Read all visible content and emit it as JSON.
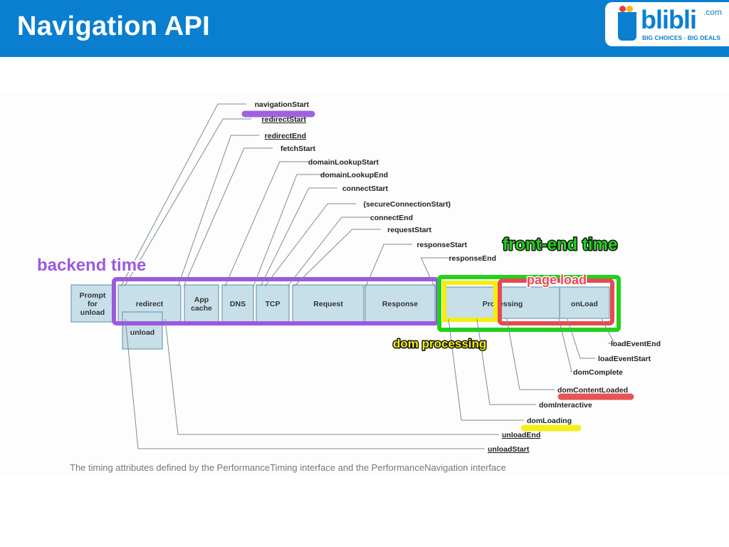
{
  "slide": {
    "title": "Navigation API"
  },
  "logo": {
    "word": "blibli",
    "suffix": ".com",
    "tagline": "BIG CHOICES · BIG DEALS"
  },
  "diagram": {
    "phases": {
      "prompt": [
        "Prompt",
        "for",
        "unload"
      ],
      "redirect": "redirect",
      "app_cache": [
        "App",
        "cache"
      ],
      "dns": "DNS",
      "tcp": "TCP",
      "request": "Request",
      "response": "Response",
      "processing": "Processing",
      "onload": "onLoad",
      "unload": "unload"
    },
    "events_top": [
      "navigationStart",
      "redirectStart",
      "redirectEnd",
      "fetchStart",
      "domainLookupStart",
      "domainLookupEnd",
      "connectStart",
      "(secureConnectionStart)",
      "connectEnd",
      "requestStart",
      "responseStart",
      "responseEnd"
    ],
    "events_bottom": [
      "loadEventEnd",
      "loadEventStart",
      "domComplete",
      "domContentLoaded",
      "domInteractive",
      "domLoading",
      "unloadEnd",
      "unloadStart"
    ],
    "annotations": {
      "backend": "backend time",
      "frontend": "front-end time",
      "page_load": "page load",
      "dom_processing": "dom processing"
    },
    "colors": {
      "purple": "#9b59e0",
      "green": "#22d11b",
      "yellow": "#f4ee10",
      "red": "#e64a50",
      "box_fill": "#c7dfe9",
      "box_stroke": "#6f9cb4"
    },
    "caption": "The timing attributes defined by the PerformanceTiming interface and the PerformanceNavigation interface"
  }
}
